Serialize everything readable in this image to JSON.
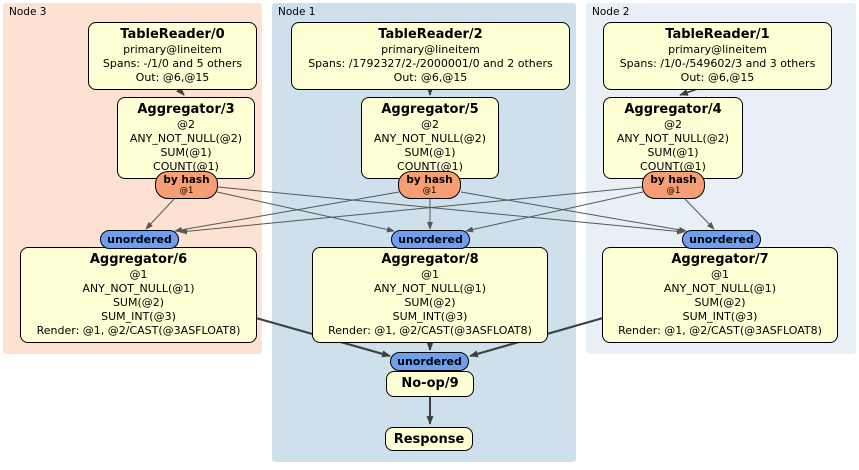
{
  "clusters": {
    "node3": {
      "label": "Node 3"
    },
    "node1": {
      "label": "Node 1"
    },
    "node2": {
      "label": "Node 2"
    }
  },
  "nodes": {
    "tablereader0": {
      "title": "TableReader/0",
      "lines": [
        "primary@lineitem",
        "Spans: -/1/0 and 5 others",
        "Out: @6,@15"
      ]
    },
    "tablereader2": {
      "title": "TableReader/2",
      "lines": [
        "primary@lineitem",
        "Spans: /1792327/2-/2000001/0 and 2 others",
        "Out: @6,@15"
      ]
    },
    "tablereader1": {
      "title": "TableReader/1",
      "lines": [
        "primary@lineitem",
        "Spans: /1/0-/549602/3 and 3 others",
        "Out: @6,@15"
      ]
    },
    "aggregator3": {
      "title": "Aggregator/3",
      "lines": [
        "@2",
        "ANY_NOT_NULL(@2)",
        "SUM(@1)",
        "COUNT(@1)"
      ]
    },
    "aggregator5": {
      "title": "Aggregator/5",
      "lines": [
        "@2",
        "ANY_NOT_NULL(@2)",
        "SUM(@1)",
        "COUNT(@1)"
      ]
    },
    "aggregator4": {
      "title": "Aggregator/4",
      "lines": [
        "@2",
        "ANY_NOT_NULL(@2)",
        "SUM(@1)",
        "COUNT(@1)"
      ]
    },
    "aggregator6": {
      "title": "Aggregator/6",
      "lines": [
        "@1",
        "ANY_NOT_NULL(@1)",
        "SUM(@2)",
        "SUM_INT(@3)",
        "Render: @1, @2/CAST(@3ASFLOAT8)"
      ]
    },
    "aggregator8": {
      "title": "Aggregator/8",
      "lines": [
        "@1",
        "ANY_NOT_NULL(@1)",
        "SUM(@2)",
        "SUM_INT(@3)",
        "Render: @1, @2/CAST(@3ASFLOAT8)"
      ]
    },
    "aggregator7": {
      "title": "Aggregator/7",
      "lines": [
        "@1",
        "ANY_NOT_NULL(@1)",
        "SUM(@2)",
        "SUM_INT(@3)",
        "Render: @1, @2/CAST(@3ASFLOAT8)"
      ]
    },
    "noop9": {
      "title": "No-op/9"
    },
    "response": {
      "title": "Response"
    }
  },
  "routers": {
    "by_hash_3": {
      "label": "by hash",
      "stream": "@1"
    },
    "by_hash_5": {
      "label": "by hash",
      "stream": "@1"
    },
    "by_hash_4": {
      "label": "by hash",
      "stream": "@1"
    },
    "unordered_6": {
      "label": "unordered"
    },
    "unordered_8": {
      "label": "unordered"
    },
    "unordered_7": {
      "label": "unordered"
    },
    "unordered_9": {
      "label": "unordered"
    }
  },
  "colors": {
    "cluster_node3": "#fde2d3",
    "cluster_node1": "#cde0ec",
    "cluster_node2": "#e9eff7",
    "node_fill": "#ffffd5",
    "hash_router_fill": "#f79e74",
    "unordered_router_fill": "#6c9ff0",
    "edge": "#3f3f3f"
  }
}
